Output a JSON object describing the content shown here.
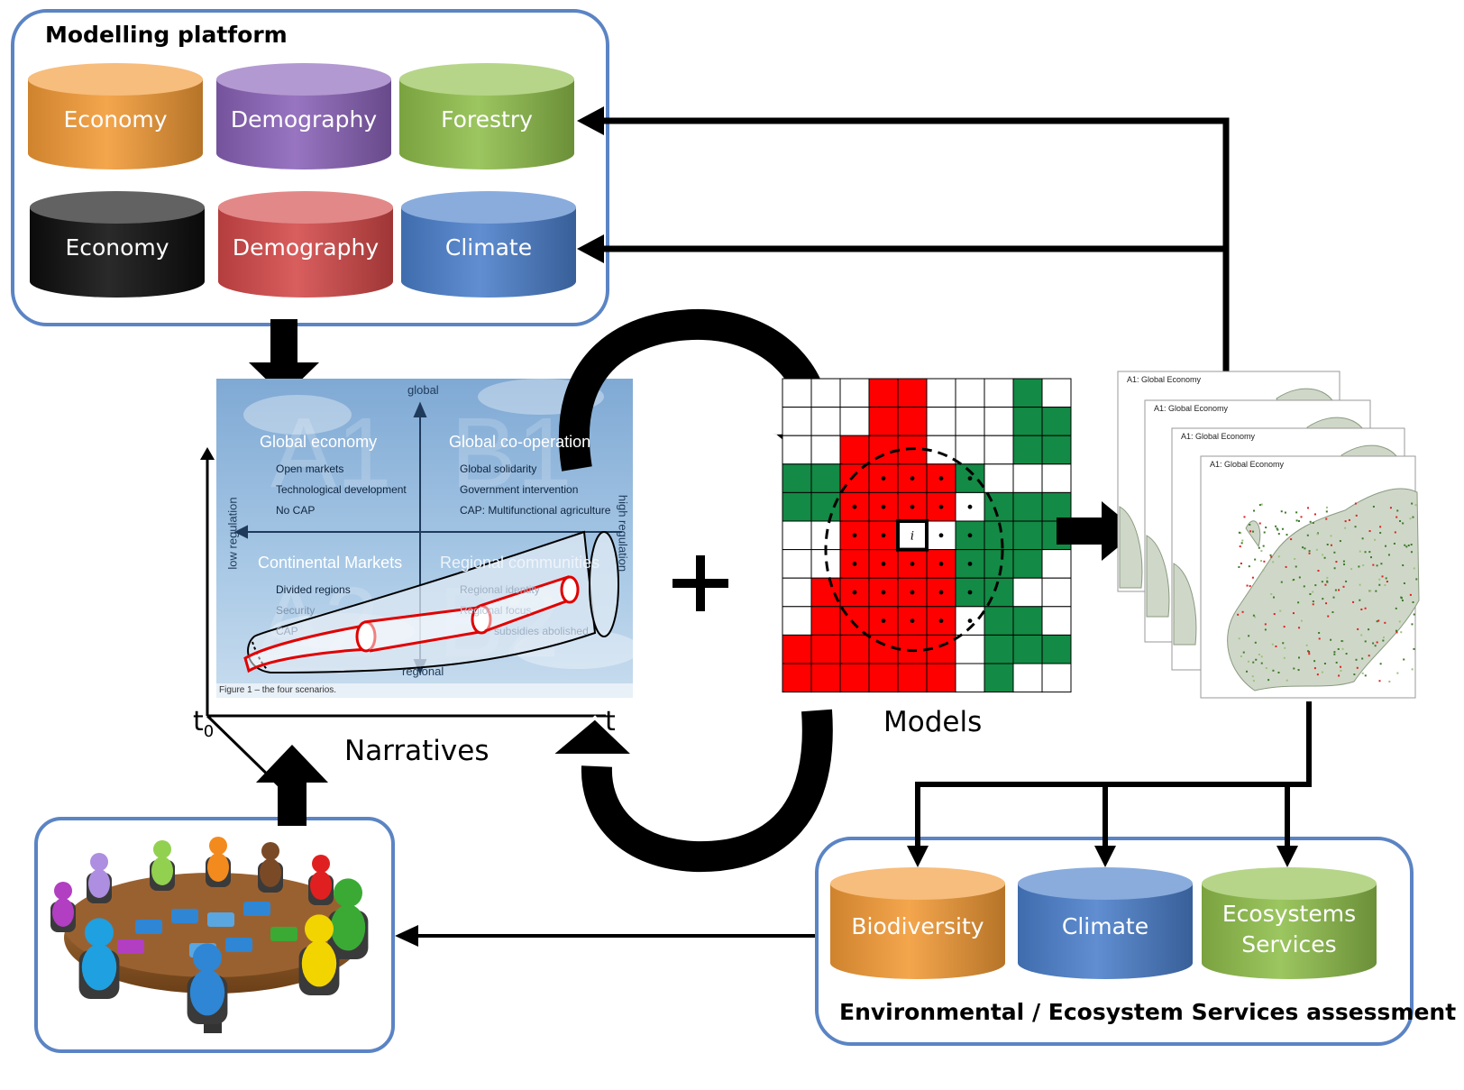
{
  "modelling_platform": {
    "title": "Modelling platform",
    "cylinders": [
      {
        "label": "Economy",
        "color": "#f39a35"
      },
      {
        "label": "Demography",
        "color": "#8a62b8"
      },
      {
        "label": "Forestry",
        "color": "#8fbe4a"
      },
      {
        "label": "Economy",
        "color": "#0d0d0d"
      },
      {
        "label": "Demography",
        "color": "#d44848"
      },
      {
        "label": "Climate",
        "color": "#4a7fcb"
      }
    ]
  },
  "assessment": {
    "title": "Environmental / Ecosystem Services assessment",
    "cylinders": [
      {
        "label": "Biodiversity",
        "color": "#f39a35"
      },
      {
        "label": "Climate",
        "color": "#4a7fcb"
      },
      {
        "label": "Ecosystems Services",
        "line1": "Ecosystems",
        "line2": "Services",
        "color": "#8fbe4a"
      }
    ]
  },
  "narratives": {
    "caption": "Narratives",
    "t0": "t",
    "t0_sub": "0",
    "t": "t",
    "scenario_figure": {
      "background_letters": [
        "A1",
        "B1",
        "A2",
        "B2"
      ],
      "axis_top": "global",
      "axis_bottom": "regional",
      "axis_left": "low regulation",
      "axis_right": "high regulation",
      "quadrants": [
        {
          "title": "Global economy",
          "items": [
            "Open markets",
            "Technological development",
            "No CAP"
          ]
        },
        {
          "title": "Global co-operation",
          "items": [
            "Global solidarity",
            "Government intervention",
            "CAP: Multifunctional agriculture"
          ]
        },
        {
          "title": "Continental Markets",
          "items": [
            "Divided regions",
            "Security",
            "CAP"
          ]
        },
        {
          "title": "Regional communities",
          "items": [
            "Regional identity",
            "Regional focus",
            "subsidies abolished"
          ]
        }
      ],
      "figure_caption": "Figure 1 – the four scenarios."
    }
  },
  "plus_sign": "+",
  "models": {
    "caption": "Models",
    "center_cell": "i",
    "colors": {
      "red": "#ff0000",
      "green": "#138a45"
    }
  },
  "maps": {
    "title": "A1: Global Economy",
    "count": 4
  },
  "stakeholders": {
    "puzzle_colors": [
      "#b23ec2",
      "#ad8ee0",
      "#92d050",
      "#f28a1e",
      "#7a4a26",
      "#e02020",
      "#3aaa35",
      "#f2d400",
      "#2e86d4",
      "#1fa0e0"
    ]
  }
}
